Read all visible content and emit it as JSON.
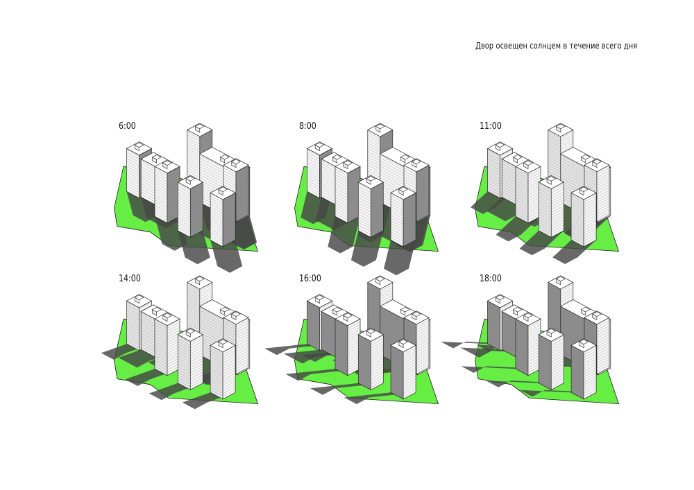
{
  "title": "Двор освещен солнцем в течение всего дня",
  "colors": {
    "ground": "#66ee44",
    "ground_stroke": "#1a1a1a",
    "shadow": "#474747",
    "wall_lit": "#f6f6f6",
    "wall_side": "#e4e4e4",
    "wall_dark": "#8a8a8a"
  },
  "panels": [
    {
      "time": "6:00"
    },
    {
      "time": "8:00"
    },
    {
      "time": "11:00"
    },
    {
      "time": "14:00"
    },
    {
      "time": "16:00"
    },
    {
      "time": "18:00"
    }
  ]
}
